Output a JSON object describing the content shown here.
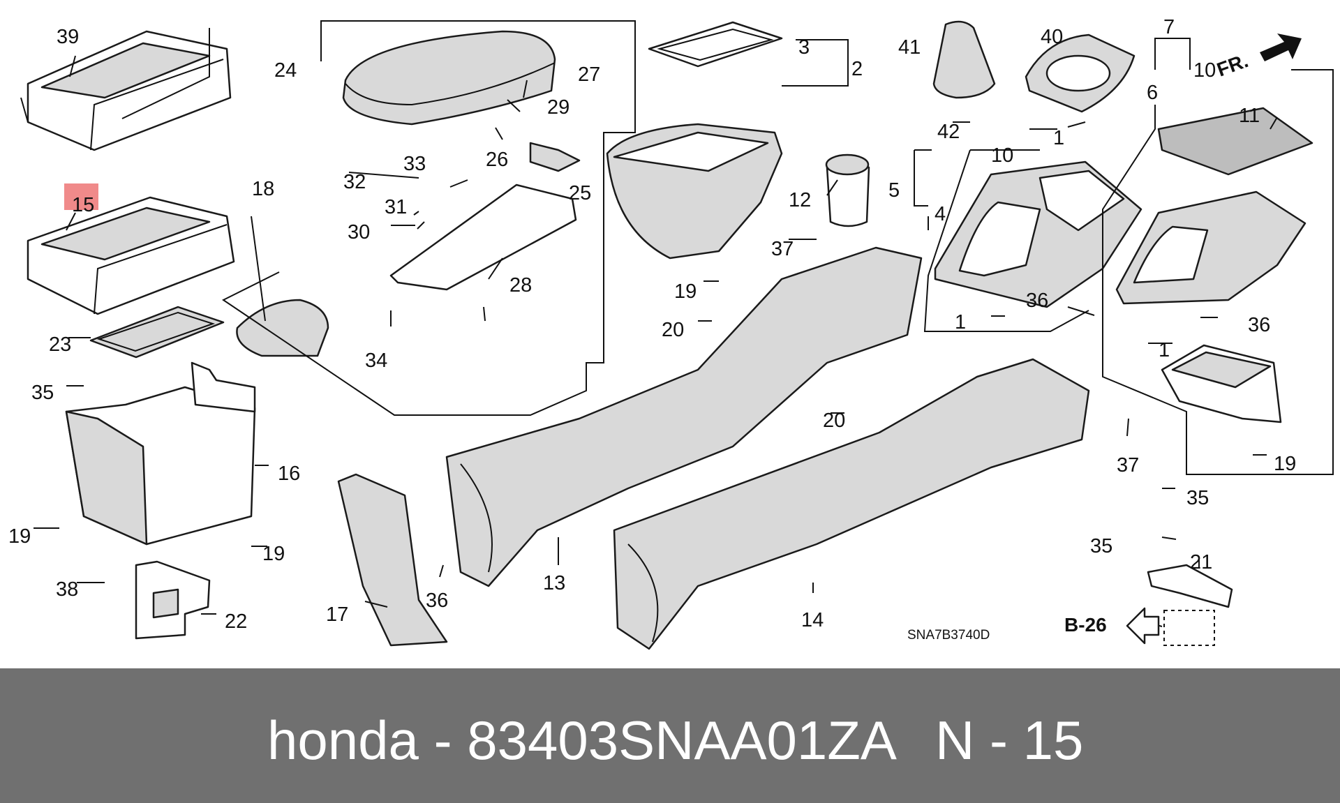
{
  "brand_line": "honda - 83403SNAA01ZA",
  "reference_line": "N - 15",
  "highlighted_part": "15",
  "diagram_code": "SNA7B3740D",
  "front_indicator": "FR.",
  "reference_arrow": "B-26",
  "highlight_color": "#f08a8a",
  "part_labels": [
    "39",
    "15",
    "23",
    "35",
    "16",
    "19",
    "19",
    "38",
    "22",
    "24",
    "29",
    "27",
    "26",
    "33",
    "32",
    "25",
    "31",
    "18",
    "30",
    "28",
    "34",
    "3",
    "2",
    "41",
    "40",
    "7",
    "10",
    "6",
    "42",
    "1",
    "11",
    "12",
    "10",
    "5",
    "4",
    "37",
    "19",
    "36",
    "1",
    "36",
    "1",
    "20",
    "20",
    "13",
    "17",
    "36",
    "14",
    "37",
    "19",
    "35",
    "35",
    "21"
  ]
}
